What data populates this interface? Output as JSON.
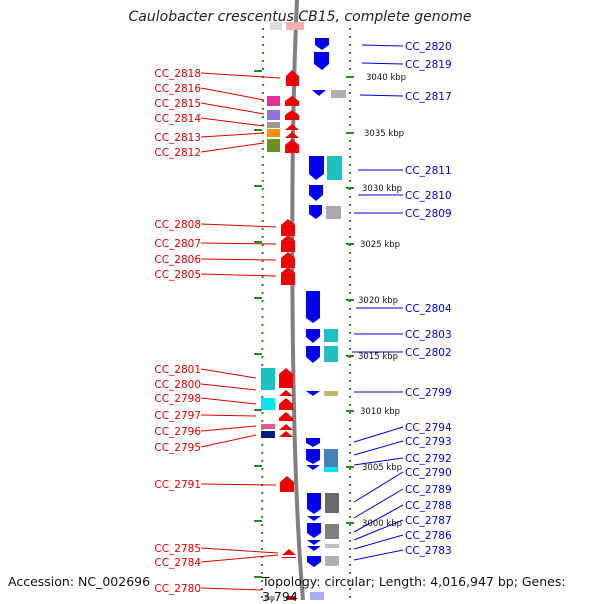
{
  "header": {
    "title": "Caulobacter crescentus CB15, complete genome"
  },
  "footer": {
    "accession": "Accession: NC_002696",
    "topology": "Topology: circular; Length: 4,016,947 bp; Genes: 3,794"
  },
  "colors": {
    "left_label": "#e00000",
    "right_label": "#0000dd",
    "tick": "#228b22",
    "backbone": "#808080"
  },
  "scale_labels": [
    "3040 kbp",
    "3035 kbp",
    "3030 kbp",
    "3025 kbp",
    "3020 kbp",
    "3015 kbp",
    "3010 kbp",
    "3005 kbp",
    "3000 kbp"
  ],
  "left_genes": [
    "CC_2818",
    "CC_2816",
    "CC_2815",
    "CC_2814",
    "CC_2813",
    "CC_2812",
    "CC_2808",
    "CC_2807",
    "CC_2806",
    "CC_2805",
    "CC_2801",
    "CC_2800",
    "CC_2798",
    "CC_2797",
    "CC_2796",
    "CC_2795",
    "CC_2791",
    "CC_2785",
    "CC_2784",
    "CC_2780"
  ],
  "right_genes": [
    "CC_2820",
    "CC_2819",
    "CC_2817",
    "CC_2811",
    "CC_2810",
    "CC_2809",
    "CC_2804",
    "CC_2803",
    "CC_2802",
    "CC_2799",
    "CC_2794",
    "CC_2793",
    "CC_2792",
    "CC_2790",
    "CC_2789",
    "CC_2788",
    "CC_2787",
    "CC_2786",
    "CC_2783"
  ]
}
